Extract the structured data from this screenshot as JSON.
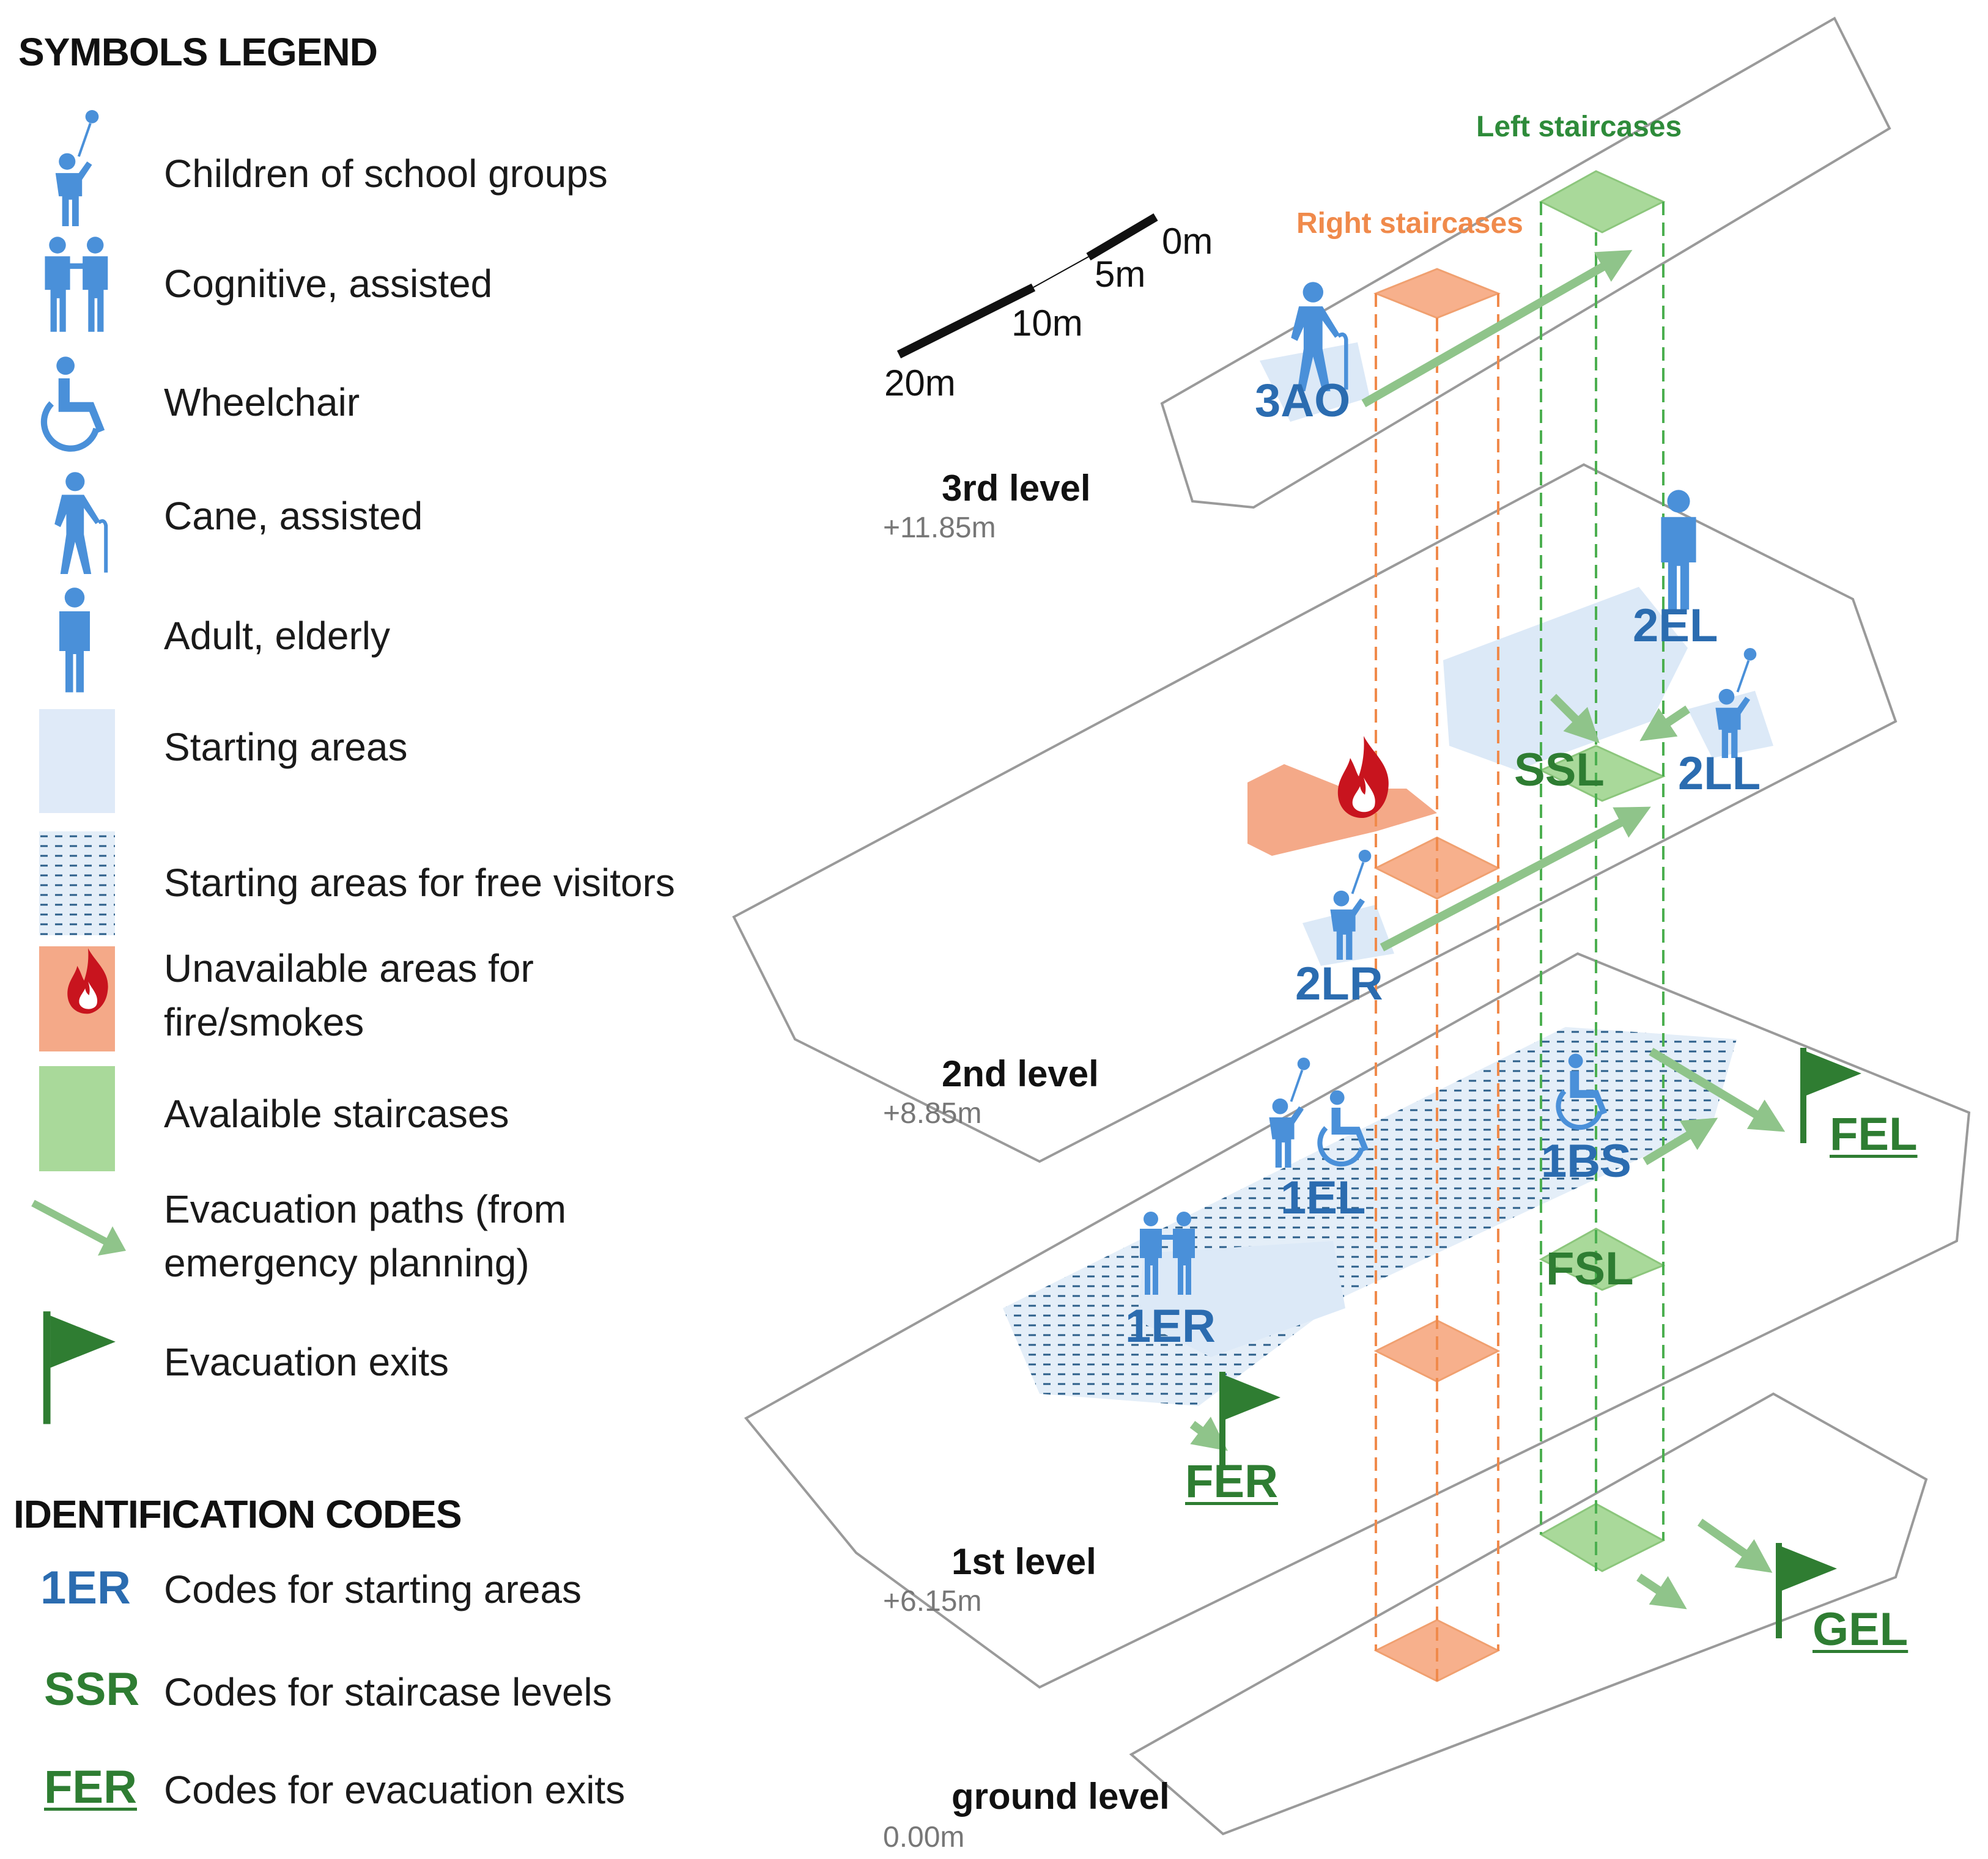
{
  "legend": {
    "title": "SYMBOLS LEGEND",
    "items": [
      {
        "icon": "child-with-balloon-icon",
        "label": "Children of school groups"
      },
      {
        "icon": "two-people-icon",
        "label": "Cognitive, assisted"
      },
      {
        "icon": "wheelchair-icon",
        "label": "Wheelchair"
      },
      {
        "icon": "cane-person-icon",
        "label": "Cane, assisted"
      },
      {
        "icon": "adult-person-icon",
        "label": "Adult, elderly"
      },
      {
        "icon": "starting-area-swatch",
        "label": "Starting areas"
      },
      {
        "icon": "dashed-starting-area-swatch",
        "label": "Starting areas for free visitors"
      },
      {
        "icon": "fire-area-swatch",
        "label_line1": "Unavailable areas for",
        "label_line2": "fire/smokes"
      },
      {
        "icon": "staircase-swatch",
        "label": "Avalaible staircases"
      },
      {
        "icon": "evacuation-arrow-icon",
        "label_line1": "Evacuation paths (from",
        "label_line2": "emergency planning)"
      },
      {
        "icon": "exit-flag-icon",
        "label": "Evacuation exits"
      }
    ]
  },
  "codes": {
    "title": "IDENTIFICATION CODES",
    "items": [
      {
        "code": "1ER",
        "label": "Codes for starting areas",
        "color": "#2b6cb0"
      },
      {
        "code": "SSR",
        "label": "Codes for staircase levels",
        "color": "#2e7d32"
      },
      {
        "code": "FER",
        "label": "Codes for evacuation exits",
        "color": "#2e7d32"
      }
    ]
  },
  "scale": {
    "labels": [
      "0m",
      "5m",
      "10m",
      "20m"
    ]
  },
  "staircases": {
    "right": "Right staircases",
    "left": "Left staircases"
  },
  "levels": [
    {
      "name": "3rd level",
      "height": "+11.85m"
    },
    {
      "name": "2nd level",
      "height": "+8.85m"
    },
    {
      "name": "1st level",
      "height": "+6.15m"
    },
    {
      "name": "ground level",
      "height": "0.00m"
    }
  ],
  "area_codes": {
    "a3AO": "3AO",
    "a2EL": "2EL",
    "a2LL": "2LL",
    "aSSL": "SSL",
    "a2LR": "2LR",
    "a1EL": "1EL",
    "a1BS": "1BS",
    "aFEL": "FEL",
    "aFSL": "FSL",
    "a1ER": "1ER",
    "aFER": "FER",
    "aGEL": "GEL"
  },
  "colors": {
    "blue_code": "#2b6cb0",
    "green_code": "#2e7d32",
    "person": "#4a90d9",
    "start_area": "#dce9f7",
    "fire": "#f4a988",
    "fire_flame": "#c8141e",
    "stairs_green": "#a9d99a",
    "stairs_orange": "#f7b08c",
    "arrow": "#8fc48a",
    "exit_flag": "#2f7d32"
  }
}
